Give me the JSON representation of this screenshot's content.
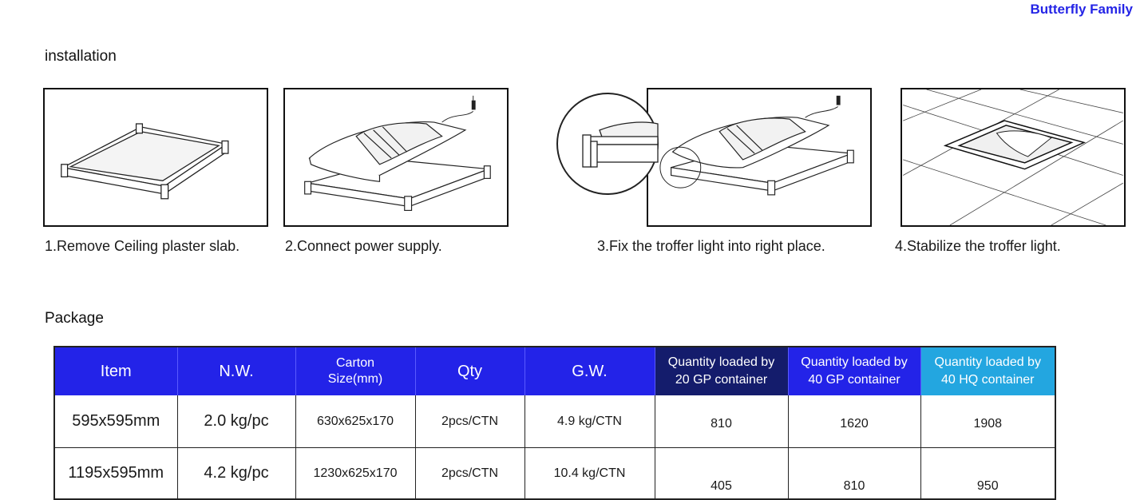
{
  "brand": "Butterfly Family",
  "installation": {
    "title": "installation",
    "steps": [
      {
        "caption": "1.Remove Ceiling plaster slab."
      },
      {
        "caption": "2.Connect power supply."
      },
      {
        "caption": "3.Fix the troffer light into right place."
      },
      {
        "caption": "4.Stabilize the troffer light."
      }
    ]
  },
  "package": {
    "title": "Package",
    "headers": {
      "item": "Item",
      "nw": "N.W.",
      "carton_line1": "Carton",
      "carton_line2": "Size(mm)",
      "qty": "Qty",
      "gw": "G.W.",
      "gp20_line1": "Quantity loaded by",
      "gp20_line2": "20 GP container",
      "gp40_line1": "Quantity loaded by",
      "gp40_line2": "40 GP container",
      "hq40_line1": "Quantity loaded by",
      "hq40_line2": "40 HQ container"
    },
    "rows": [
      {
        "item": "595x595mm",
        "nw": "2.0 kg/pc",
        "carton": "630x625x170",
        "qty": "2pcs/CTN",
        "gw": "4.9 kg/CTN",
        "gp20": "810",
        "gp40": "1620",
        "hq40": "1908"
      },
      {
        "item": "1195x595mm",
        "nw": "4.2 kg/pc",
        "carton": "1230x625x170",
        "qty": "2pcs/CTN",
        "gw": "10.4 kg/CTN",
        "gp20": "405",
        "gp40": "810",
        "hq40": "950"
      }
    ],
    "colors": {
      "header_blue": "#2323e8",
      "header_navy": "#141c6c",
      "header_cyan": "#23a6e0",
      "brand_blue": "#2424e6"
    }
  }
}
